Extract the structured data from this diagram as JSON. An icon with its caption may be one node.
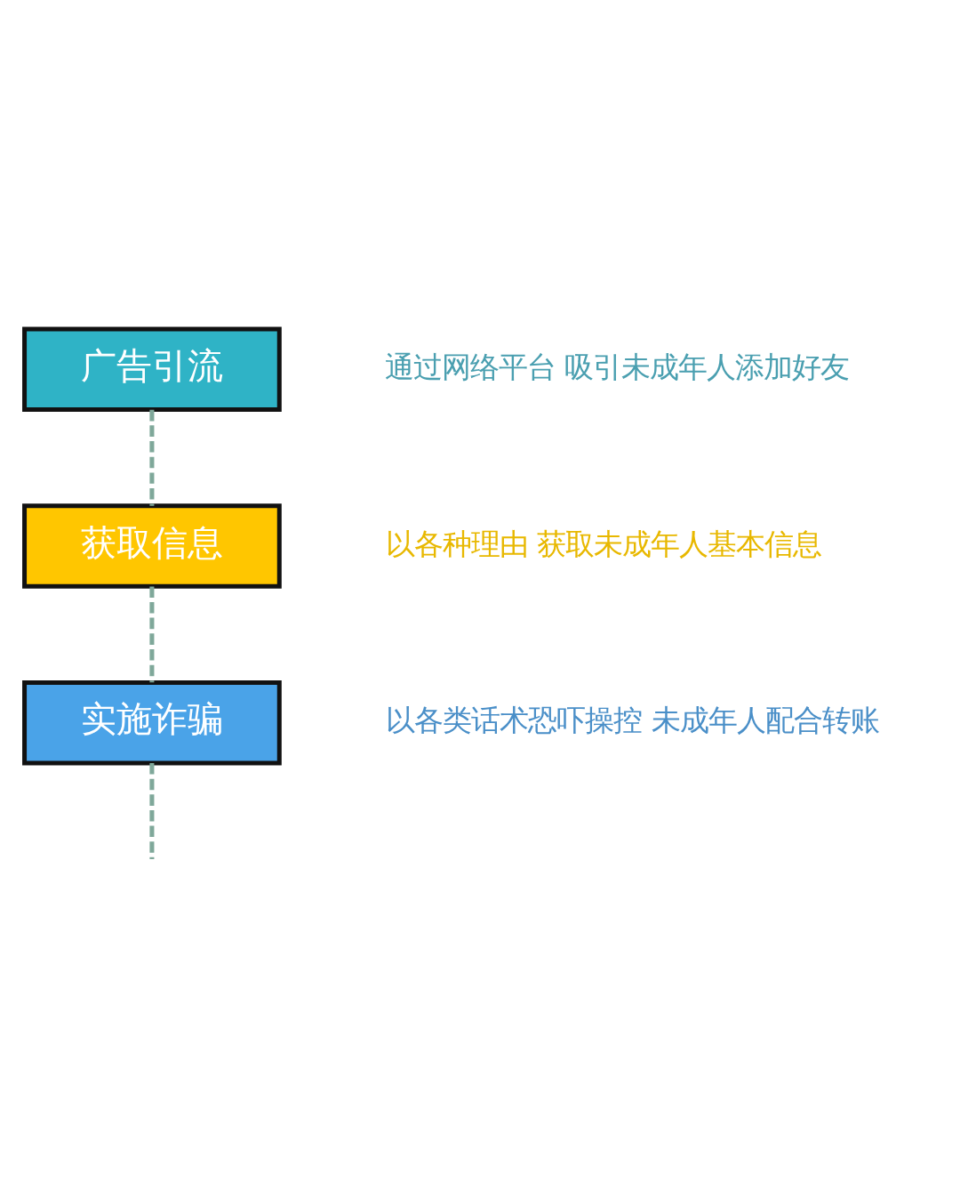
{
  "diagram": {
    "nodes": [
      {
        "text": [
          "广告引流"
        ],
        "beside": [
          "通过网络平台 吸引未成年人添加好友"
        ]
      },
      {
        "text": [
          "获取信息"
        ],
        "beside": [
          "以各种理由 获取未成年人基本信息"
        ]
      },
      {
        "text": [
          "实施诈骗"
        ],
        "beside": [
          "以各类话术恐吓操控 未成年人配合转账"
        ]
      }
    ],
    "edges": [
      {
        "from": 0,
        "to": 1,
        "arrow": "none",
        "style": "dashed"
      },
      {
        "from": 1,
        "to": 2,
        "arrow": "none",
        "style": "dashed"
      },
      {
        "from": 2,
        "to": null,
        "arrow": "none",
        "style": "dashed"
      }
    ]
  }
}
